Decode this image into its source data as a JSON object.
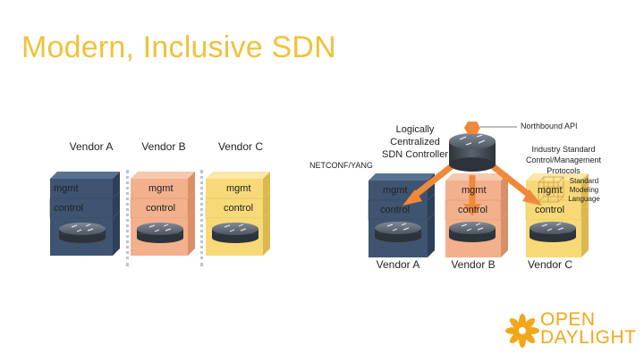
{
  "title": "Modern, Inclusive SDN",
  "left_panel": {
    "vendors": [
      "Vendor A",
      "Vendor B",
      "Vendor C"
    ],
    "layer_mgmt": "mgmt",
    "layer_control": "control"
  },
  "right_panel": {
    "controller_label": "Logically\nCentralized\nSDN Controller",
    "northbound_label": "Northbound API",
    "netconf_label": "NETCONF/YANG",
    "industry_label": "Industry Standard\nControl/Management\nProtocols",
    "modeling_label": "Standard\nModeling\nLanguage",
    "vendors": [
      "Vendor A",
      "Vendor B",
      "Vendor C"
    ],
    "layer_mgmt": "mgmt",
    "layer_control": "control"
  },
  "logo": {
    "line1": "OPEN",
    "line2": "DAYLIGHT"
  },
  "colors": {
    "title": "#f2c13b",
    "vendor_a": "#3e5470",
    "vendor_b": "#f2b08c",
    "vendor_c": "#f7d978",
    "arrow": "#f0883a",
    "logo": "#f2a71b"
  }
}
